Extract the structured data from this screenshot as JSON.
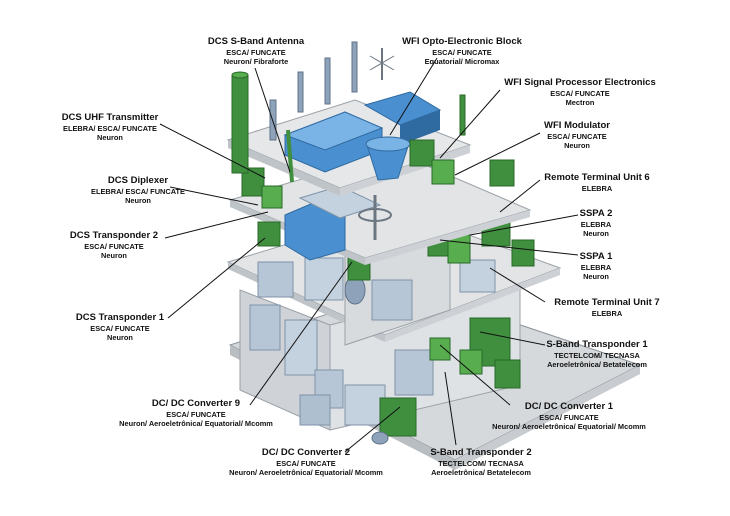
{
  "colors": {
    "plate": "#e2e4e6",
    "plate_edge": "#9aa1a7",
    "box_blue": "#b7c6d6",
    "box_blue_dark": "#8ea3ba",
    "accent_blue": "#4a8fcf",
    "green": "#3f8f3f",
    "green_light": "#58ad4e",
    "leader": "#111111"
  },
  "labels": [
    {
      "id": "dcs-s-band-antenna",
      "title": "DCS S-Band Antenna",
      "lines": [
        "ESCA/  FUNCATE",
        "Neuron/ Fibraforte"
      ]
    },
    {
      "id": "wfi-opto-electronic-block",
      "title": "WFI Opto-Electronic Block",
      "lines": [
        "ESCA/ FUNCATE",
        "Equatorial/ Micromax"
      ]
    },
    {
      "id": "wfi-signal-processor-electronics",
      "title": "WFI Signal Processor Electronics",
      "lines": [
        "ESCA/ FUNCATE",
        "Mectron"
      ]
    },
    {
      "id": "wfi-modulator",
      "title": "WFI Modulator",
      "lines": [
        "ESCA/ FUNCATE",
        "Neuron"
      ]
    },
    {
      "id": "remote-terminal-unit-6",
      "title": "Remote Terminal Unit 6",
      "lines": [
        "ELEBRA"
      ]
    },
    {
      "id": "sspa-2",
      "title": "SSPA 2",
      "lines": [
        "ELEBRA",
        "Neuron"
      ]
    },
    {
      "id": "sspa-1",
      "title": "SSPA 1",
      "lines": [
        "ELEBRA",
        "Neuron"
      ]
    },
    {
      "id": "remote-terminal-unit-7",
      "title": "Remote Terminal Unit 7",
      "lines": [
        "ELEBRA"
      ]
    },
    {
      "id": "s-band-transponder-1",
      "title": "S-Band Transponder 1",
      "lines": [
        "TECTELCOM/ TECNASA",
        "Aeroeletrônica/ Betatelecom"
      ]
    },
    {
      "id": "dc-dc-converter-1",
      "title": "DC/ DC Converter 1",
      "lines": [
        "ESCA/ FUNCATE",
        "Neuron/ Aeroeletrônica/ Equatorial/ Mcomm"
      ]
    },
    {
      "id": "s-band-transponder-2",
      "title": "S-Band Transponder 2",
      "lines": [
        "TECTELCOM/ TECNASA",
        "Aeroeletrônica/ Betatelecom"
      ]
    },
    {
      "id": "dc-dc-converter-2",
      "title": "DC/ DC Converter 2",
      "lines": [
        "ESCA/ FUNCATE",
        "Neuron/ Aeroeletrônica/ Equatorial/ Mcomm"
      ]
    },
    {
      "id": "dc-dc-converter-9",
      "title": "DC/ DC Converter 9",
      "lines": [
        "ESCA/ FUNCATE",
        "Neuron/ Aeroeletrônica/ Equatorial/ Mcomm"
      ]
    },
    {
      "id": "dcs-transponder-1",
      "title": "DCS Transponder 1",
      "lines": [
        "ESCA/ FUNCATE",
        "Neuron"
      ]
    },
    {
      "id": "dcs-transponder-2",
      "title": "DCS Transponder 2",
      "lines": [
        "ESCA/ FUNCATE",
        "Neuron"
      ]
    },
    {
      "id": "dcs-diplexer",
      "title": "DCS Diplexer",
      "lines": [
        "ELEBRA/ ESCA/ FUNCATE",
        "Neuron"
      ]
    },
    {
      "id": "dcs-uhf-transmitter",
      "title": "DCS UHF Transmitter",
      "lines": [
        "ELEBRA/ ESCA/ FUNCATE",
        "Neuron"
      ]
    }
  ]
}
